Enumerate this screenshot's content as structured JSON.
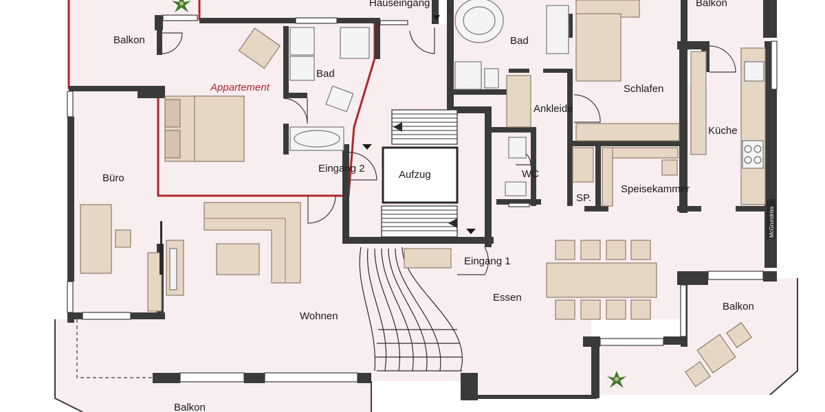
{
  "plan": {
    "rooms": {
      "hauseingang": "Hauseingang",
      "balkon_top_left": "Balkon",
      "balkon_top_right": "Balkon",
      "appartement": "Appartement",
      "bad_left": "Bad",
      "bad_right": "Bad",
      "schlafen": "Schlafen",
      "ankleide": "Ankleide",
      "kueche": "Küche",
      "eingang_2": "Eingang 2",
      "aufzug": "Aufzug",
      "wc": "WC",
      "sp": "SP.",
      "speisekammer": "Speisekammer",
      "buero": "Büro",
      "eingang_1": "Eingang 1",
      "essen": "Essen",
      "balkon_right": "Balkon",
      "wohnen": "Wohnen",
      "balkon_bottom": "Balkon"
    },
    "watermark": "McGrundriss"
  }
}
